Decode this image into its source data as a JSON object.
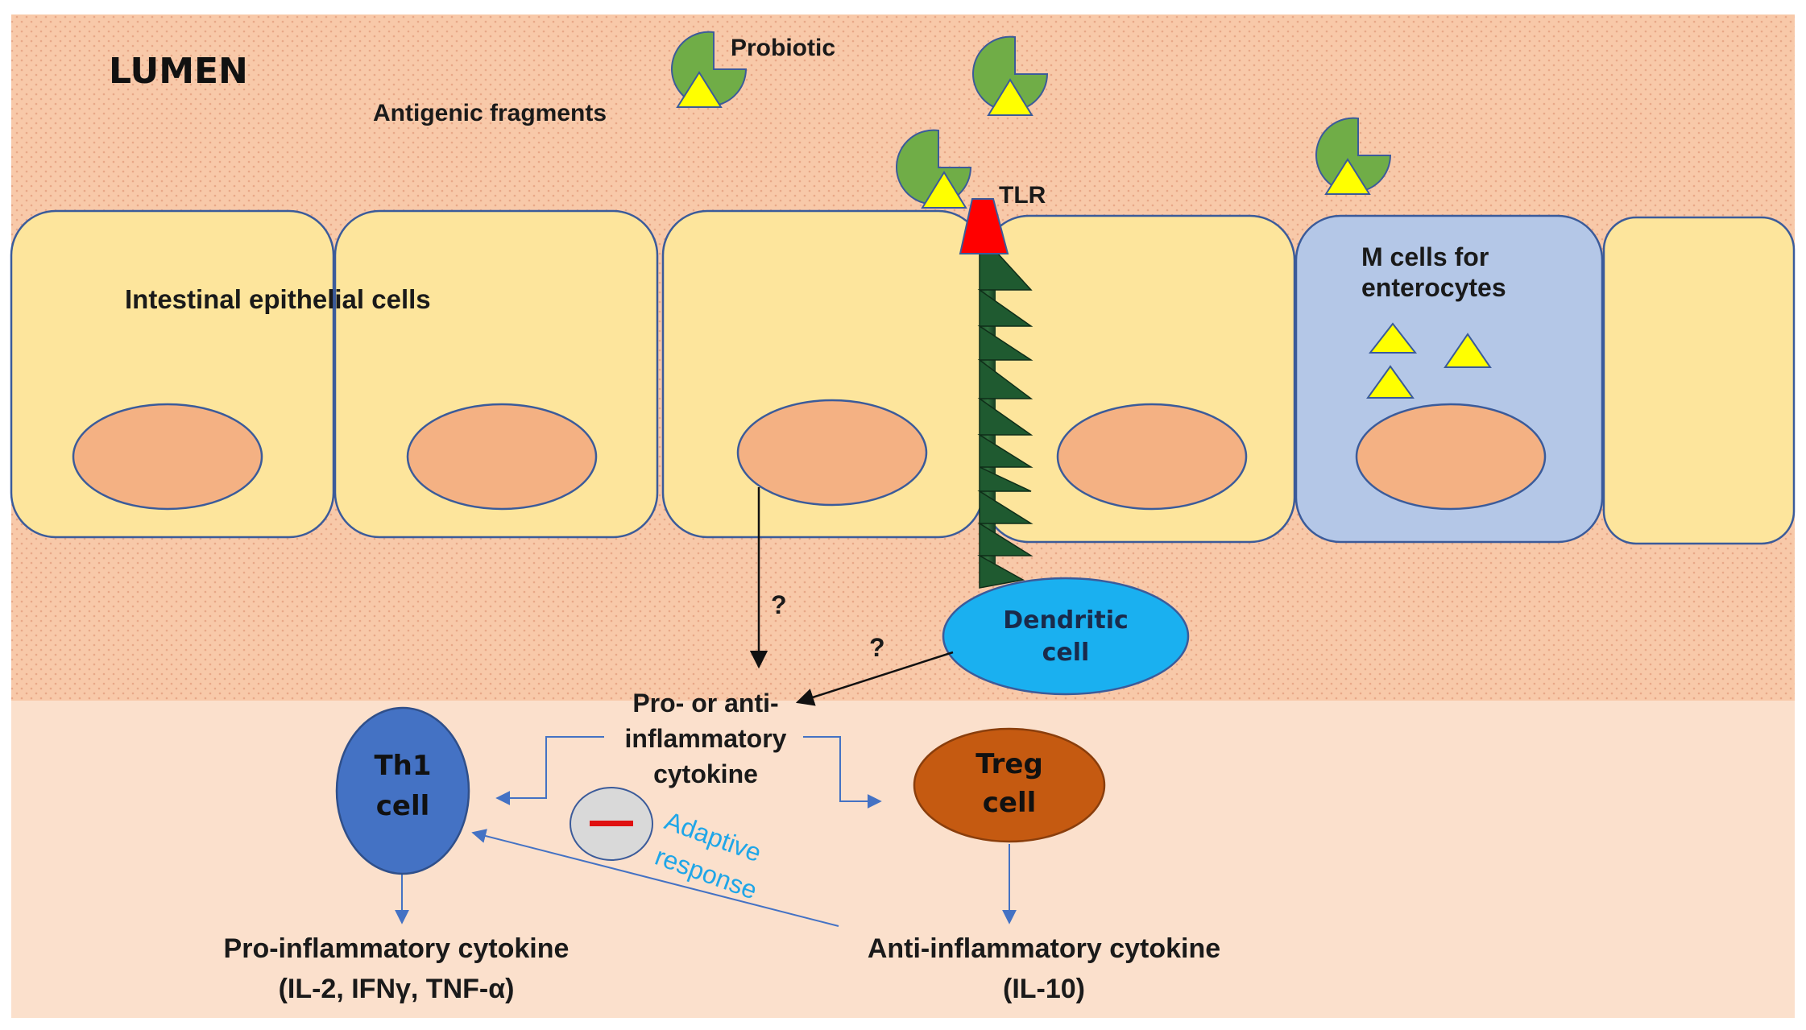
{
  "regions": {
    "lumen_label": "LUMEN"
  },
  "labels": {
    "probiotic": "Probiotic",
    "antigenic_fragments": "Antigenic fragments",
    "tlr": "TLR",
    "epithelial_cells": "Intestinal epithelial cells",
    "m_cells_line1": "M cells for",
    "m_cells_line2": "enterocytes",
    "question_1": "?",
    "question_2": "?",
    "dendritic_line1": "Dendritic",
    "dendritic_line2": "cell",
    "cytokine_line1": "Pro- or anti-",
    "cytokine_line2": "inflammatory",
    "cytokine_line3": "cytokine",
    "th1_line1": "Th1",
    "th1_line2": "cell",
    "treg_line1": "Treg",
    "treg_line2": "cell",
    "adaptive_line1": "Adaptive",
    "adaptive_line2": "response",
    "pro_cytokine_line1": "Pro-inflammatory cytokine",
    "pro_cytokine_line2": "(IL-2, IFNγ, TNF-α)",
    "anti_cytokine_line1": "Anti-inflammatory cytokine",
    "anti_cytokine_line2": "(IL-10)"
  },
  "colors": {
    "lumen_bg": "#f8c9a9",
    "lamina_bg": "#fbe0cc",
    "epithelial_cell": "#fde59c",
    "m_cell": "#b4c7e7",
    "nucleus": "#f4b183",
    "probiotic": "#70ad47",
    "antigen": "#ffff00",
    "tlr": "#ff0000",
    "dendritic": "#1ab0f0",
    "th1": "#4472c4",
    "treg": "#c55a11",
    "inhibit_symbol": "#d9d9d9",
    "adaptive_text": "#1fa6e8"
  }
}
